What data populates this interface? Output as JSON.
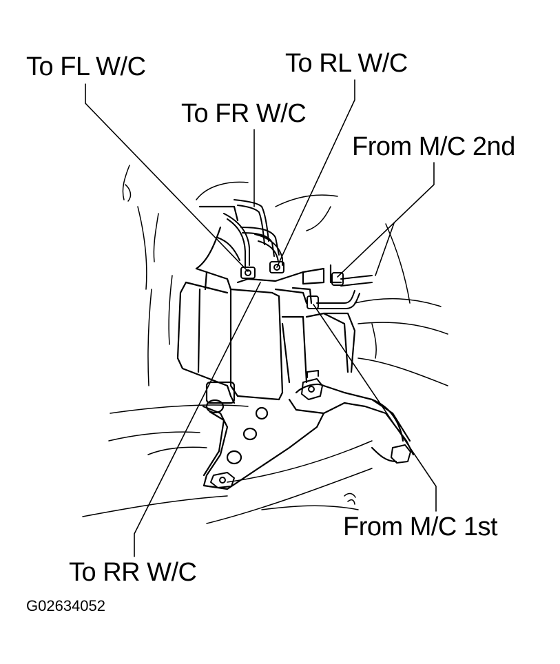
{
  "labels": {
    "to_fl": "To FL W/C",
    "to_rl": "To RL W/C",
    "to_fr": "To FR W/C",
    "from_mc_2nd": "From M/C 2nd",
    "from_mc_1st": "From M/C 1st",
    "to_rr": "To RR W/C"
  },
  "figure_code": "G02634052",
  "colors": {
    "ink": "#000000",
    "background": "#ffffff"
  }
}
